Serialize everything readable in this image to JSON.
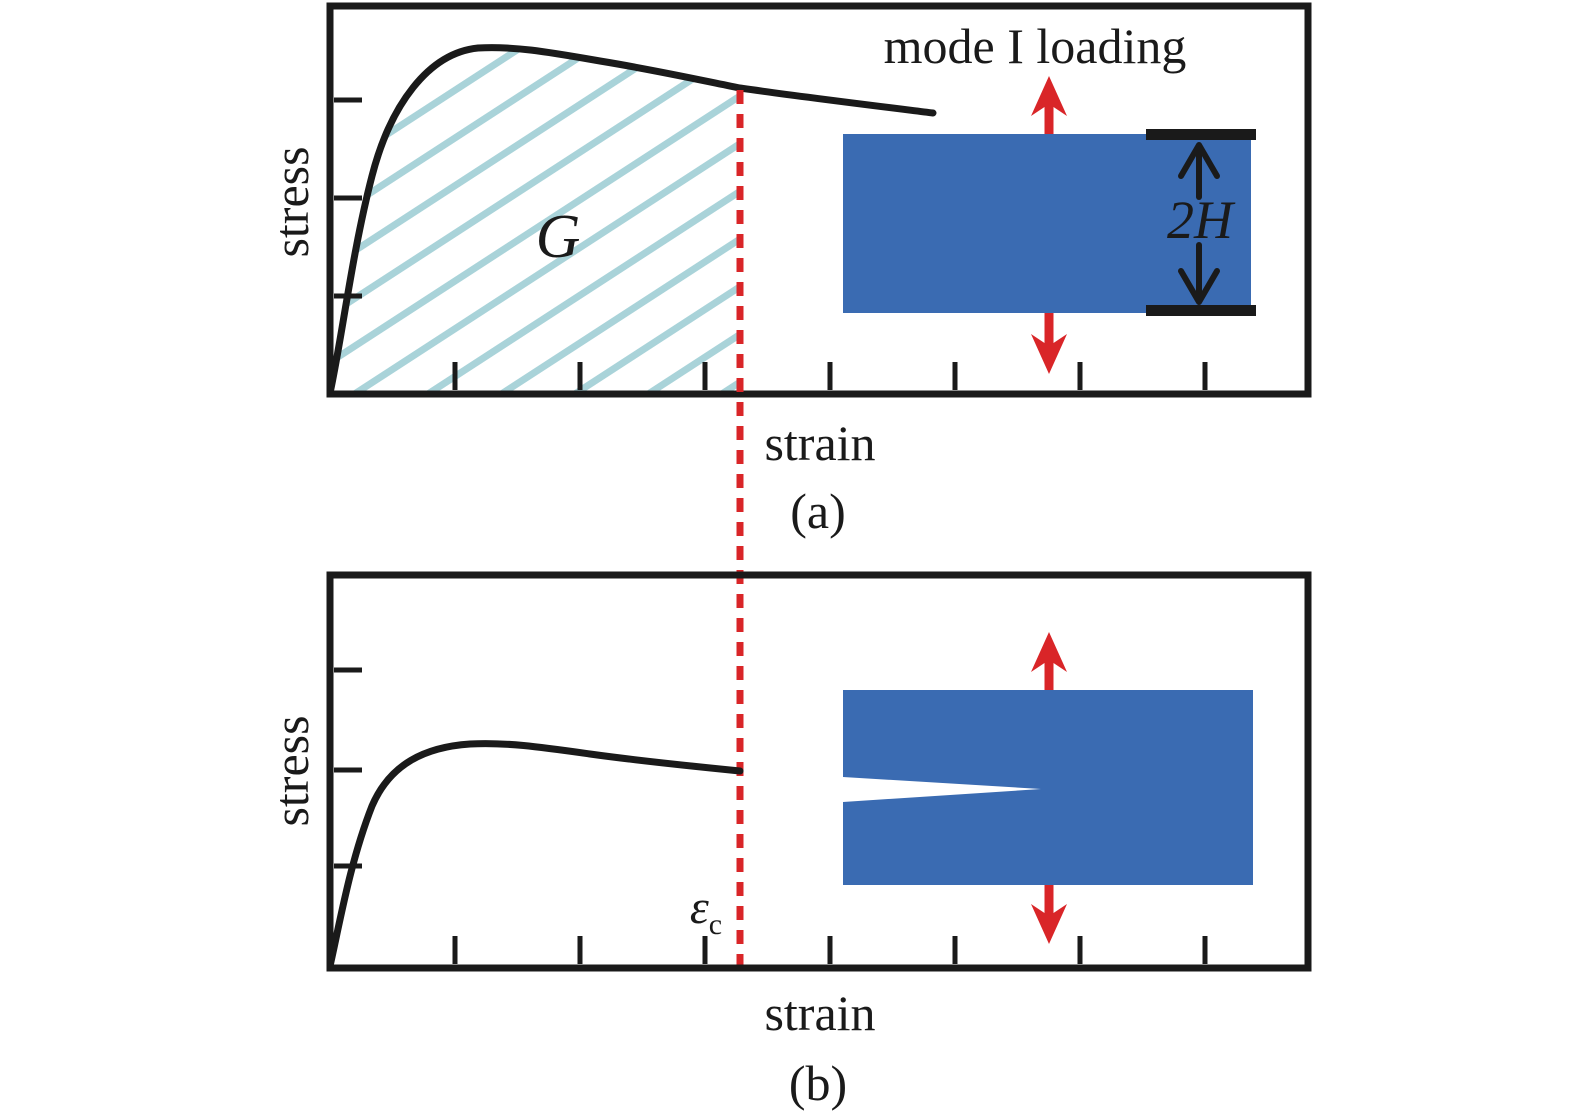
{
  "figure": {
    "panel_a": {
      "ylabel": "stress",
      "xlabel": "strain",
      "caption": "(a)",
      "energy_label": "G",
      "inset_title": "mode I loading",
      "specimen_height_label": "2H"
    },
    "panel_b": {
      "ylabel": "stress",
      "xlabel": "strain",
      "caption": "(b)",
      "critical_strain_symbol": "ε",
      "critical_strain_subscript": "c"
    },
    "colors": {
      "ink": "#1a1a1a",
      "hatch_blue": "#a9d3d9",
      "specimen_blue": "#3a6bb2",
      "arrow_red": "#d92528"
    }
  },
  "chart_data": [
    {
      "type": "line",
      "panel": "a",
      "title": "",
      "xlabel": "strain",
      "ylabel": "stress",
      "axis_numeric_labels": false,
      "x_ticks_count": 7,
      "y_ticks_count": 3,
      "grid": false,
      "series": [
        {
          "name": "uncracked specimen stress-strain curve",
          "x": [
            0,
            0.02,
            0.043,
            0.07,
            0.1,
            0.151,
            0.2,
            0.26,
            0.33,
            0.42,
            0.52,
            0.615
          ],
          "y": [
            0,
            0.3,
            0.557,
            0.75,
            0.874,
            0.894,
            0.875,
            0.845,
            0.815,
            0.79,
            0.755,
            0.72
          ]
        }
      ],
      "critical_strain_x": 0.42,
      "shaded_area": "G = hatched strain energy density area under curve from 0 to critical strain",
      "annotations": [
        "G",
        "mode I loading",
        "2H"
      ],
      "inset": "blue specimen block clamped top/bottom with red mode-I tension arrows and 2H thickness dimension"
    },
    {
      "type": "line",
      "panel": "b",
      "title": "",
      "xlabel": "strain",
      "ylabel": "stress",
      "axis_numeric_labels": false,
      "x_ticks_count": 7,
      "y_ticks_count": 3,
      "grid": false,
      "series": [
        {
          "name": "notched specimen stress-strain curve (ends at critical strain)",
          "x": [
            0,
            0.02,
            0.043,
            0.07,
            0.1,
            0.14,
            0.2,
            0.28,
            0.35,
            0.42
          ],
          "y": [
            0,
            0.12,
            0.27,
            0.42,
            0.52,
            0.565,
            0.575,
            0.56,
            0.53,
            0.5
          ]
        }
      ],
      "critical_strain_x": 0.42,
      "critical_strain_label": "εc",
      "annotations": [
        "εc"
      ],
      "inset": "blue specimen block with sharp edge crack notch, red mode-I tension arrows"
    }
  ]
}
